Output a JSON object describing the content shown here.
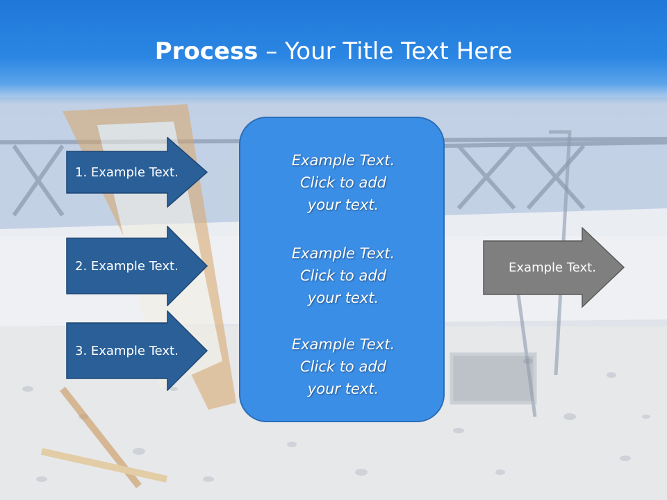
{
  "slide": {
    "title_bold": "Process",
    "title_rest": " – Your Title Text Here"
  },
  "left_arrows": [
    {
      "label": "1. Example Text."
    },
    {
      "label": "2. Example Text."
    },
    {
      "label": "3. Example Text."
    }
  ],
  "center_box": {
    "texts": [
      "Example Text.\nClick  to add\nyour text.",
      "Example Text.\nClick  to add\nyour text.",
      "Example Text.\nClick  to add\nyour text."
    ]
  },
  "right_arrow": {
    "label": "Example Text."
  },
  "colors": {
    "header": "#1f78d8",
    "left_arrow_fill": "#2a5f97",
    "center_box_fill": "#3b8ee6",
    "right_arrow_fill": "#7f7f7f"
  }
}
